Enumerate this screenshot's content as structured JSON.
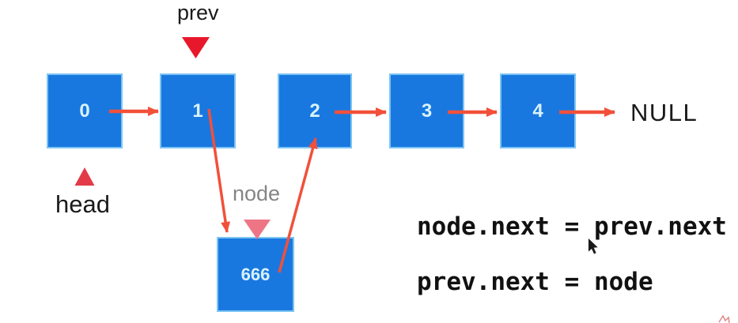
{
  "diagram": {
    "pointer_labels": {
      "prev": "prev",
      "head": "head",
      "node": "node"
    },
    "list_nodes": [
      {
        "value": "0"
      },
      {
        "value": "1"
      },
      {
        "value": "2"
      },
      {
        "value": "3"
      },
      {
        "value": "4"
      }
    ],
    "new_node": {
      "value": "666"
    },
    "terminator": "NULL"
  },
  "code": {
    "line1": "node.next = prev.next",
    "line2": "prev.next = node"
  },
  "colors": {
    "node_fill": "#1878e0",
    "node_border": "#7cc4f2",
    "node_text": "#d9f2fc",
    "arrow": "#f2503a",
    "prev_marker": "#e8182c",
    "head_marker": "#e23b47",
    "node_marker": "#ee7585",
    "label_text": "#1a1a1a",
    "node_label_gray": "#858585"
  }
}
